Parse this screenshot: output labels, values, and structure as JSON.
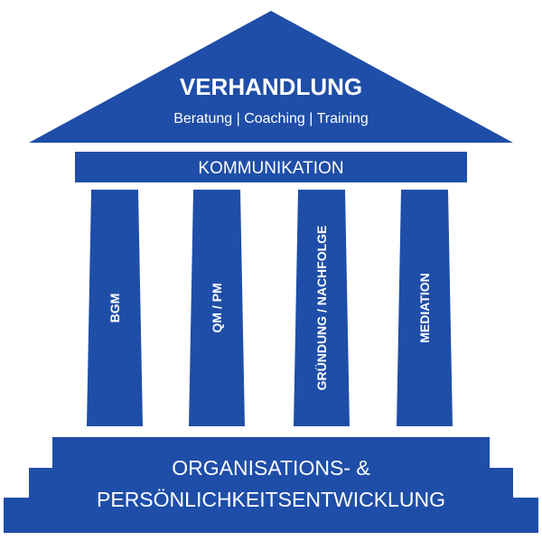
{
  "roof": {
    "title": "VERHANDLUNG",
    "subtitle": "Beratung | Coaching | Training"
  },
  "beam": {
    "label": "KOMMUNIKATION"
  },
  "pillars": [
    {
      "label": "BGM"
    },
    {
      "label": "QM / PM"
    },
    {
      "label": "GRÜNDUNG / NACHFOLGE"
    },
    {
      "label": "MEDIATION"
    }
  ],
  "base": {
    "line1": "ORGANISATIONS- &",
    "line2": "PERSÖNLICHKEITSENTWICKLUNG"
  },
  "colors": {
    "primary": "#1F4EA8",
    "text": "#FFFFFF",
    "background": "#FFFFFF"
  }
}
